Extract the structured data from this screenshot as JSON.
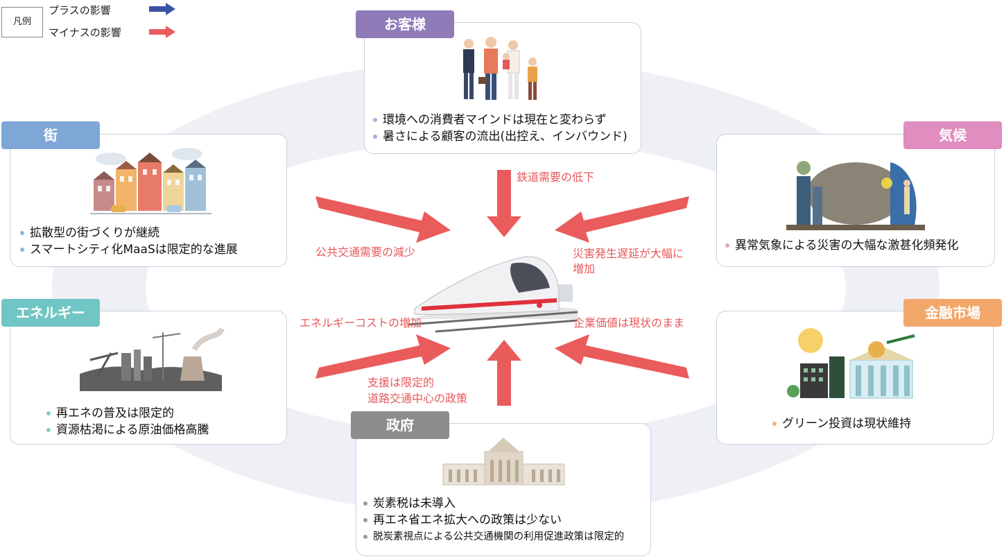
{
  "legend": {
    "box_label": "凡例",
    "plus_label": "プラスの影響",
    "minus_label": "マイナスの影響",
    "plus_color": "#3a53a4",
    "minus_color": "#ea5b5b"
  },
  "customers": {
    "tag": "お客様",
    "tag_color": "#8e7bb8",
    "items": [
      "環境への消費者マインドは現在と変わらず",
      "暑さによる顧客の流出(出控え、インバウンド)"
    ],
    "icon": "family-icon"
  },
  "city": {
    "tag": "街",
    "tag_color": "#7ea7d8",
    "items": [
      "拡散型の街づくりが継続",
      "スマートシティ化MaaSは限定的な進展"
    ],
    "icon": "townhouses-icon"
  },
  "climate": {
    "tag": "気候",
    "tag_color": "#e08dbf",
    "items": [
      "異常気象による災害の大幅な激甚化頻発化"
    ],
    "icon": "disaster-icon"
  },
  "energy": {
    "tag": "エネルギー",
    "tag_color": "#6fc6c4",
    "items": [
      "再エネの普及は限定的",
      "資源枯渇による原油価格高騰"
    ],
    "icon": "power-plant-icon"
  },
  "finance": {
    "tag": "金融市場",
    "tag_color": "#f2a76b",
    "items": [
      "グリーン投資は現状維持"
    ],
    "icon": "bank-icon"
  },
  "government": {
    "tag": "政府",
    "tag_color": "#8c8c8c",
    "items": [
      "炭素税は未導入",
      "再エネ省エネ拡大への政策は少ない",
      "脱炭素視点による公共交通機関の利用促進政策は限定的"
    ],
    "icon": "parliament-icon"
  },
  "effects": {
    "customers": "鉄道需要の低下",
    "city": "公共交通需要の減少",
    "climate_line1": "災害発生遅延が大幅に",
    "climate_line2": "増加",
    "energy": "エネルギーコストの増加",
    "finance": "企業価値は現状のまま",
    "government_line1": "支援は限定的",
    "government_line2": "道路交通中心の政策"
  },
  "center": {
    "icon": "train-icon"
  }
}
